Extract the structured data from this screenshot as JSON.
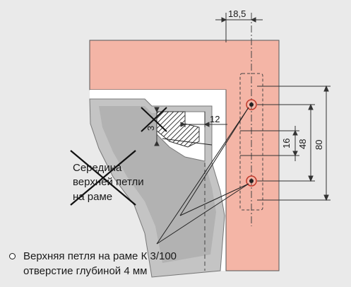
{
  "dimensions": {
    "top_width": "18,5",
    "depth_marker": "3",
    "offset": "12",
    "hole_spacing_small": "16",
    "hole_spacing_mid": "48",
    "hole_spacing_total": "80"
  },
  "crossed_note": {
    "line1": "Середина",
    "line2": "верхней петли",
    "line3": "на раме"
  },
  "legend": {
    "line1": "Верхняя петля на раме К 3/100",
    "line2": "отверстие глубиной 4 мм"
  },
  "colors": {
    "frame": "#f4b5a6",
    "background": "#eaeaea",
    "sash_profile": "#c4c4c4",
    "hatch": "#3a3a3a",
    "hole_ring": "#c0392b"
  }
}
